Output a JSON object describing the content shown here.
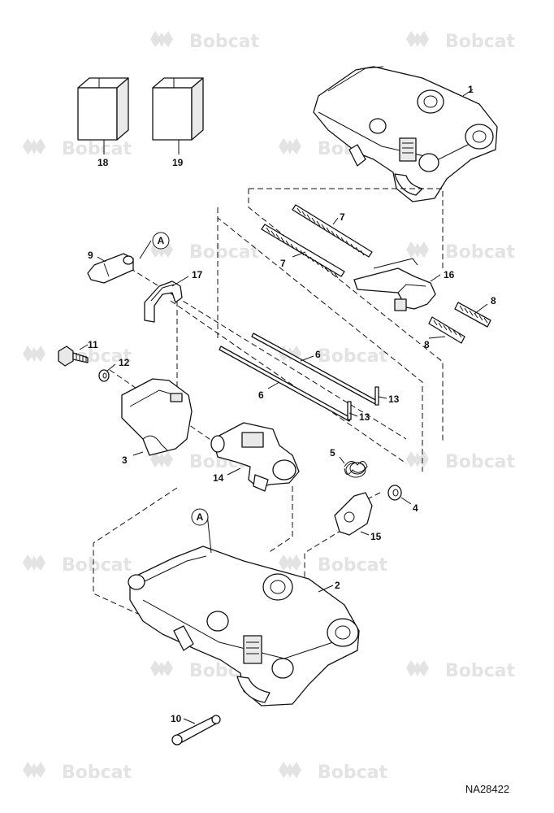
{
  "watermark": {
    "brand": "Bobcat"
  },
  "drawing_number": "NA28422",
  "callouts": {
    "c1": "1",
    "c2": "2",
    "c3": "3",
    "c4": "4",
    "c5": "5",
    "c6a": "6",
    "c6b": "6",
    "c7a": "7",
    "c7b": "7",
    "c8a": "8",
    "c8b": "8",
    "c9": "9",
    "c10": "10",
    "c11": "11",
    "c12": "12",
    "c13a": "13",
    "c13b": "13",
    "c14": "14",
    "c15": "15",
    "c16": "16",
    "c17": "17",
    "c18": "18",
    "c19": "19"
  },
  "reference_markers": {
    "a_top": "A",
    "a_bottom": "A"
  },
  "icons": [
    "bobcat-logo-icon"
  ]
}
